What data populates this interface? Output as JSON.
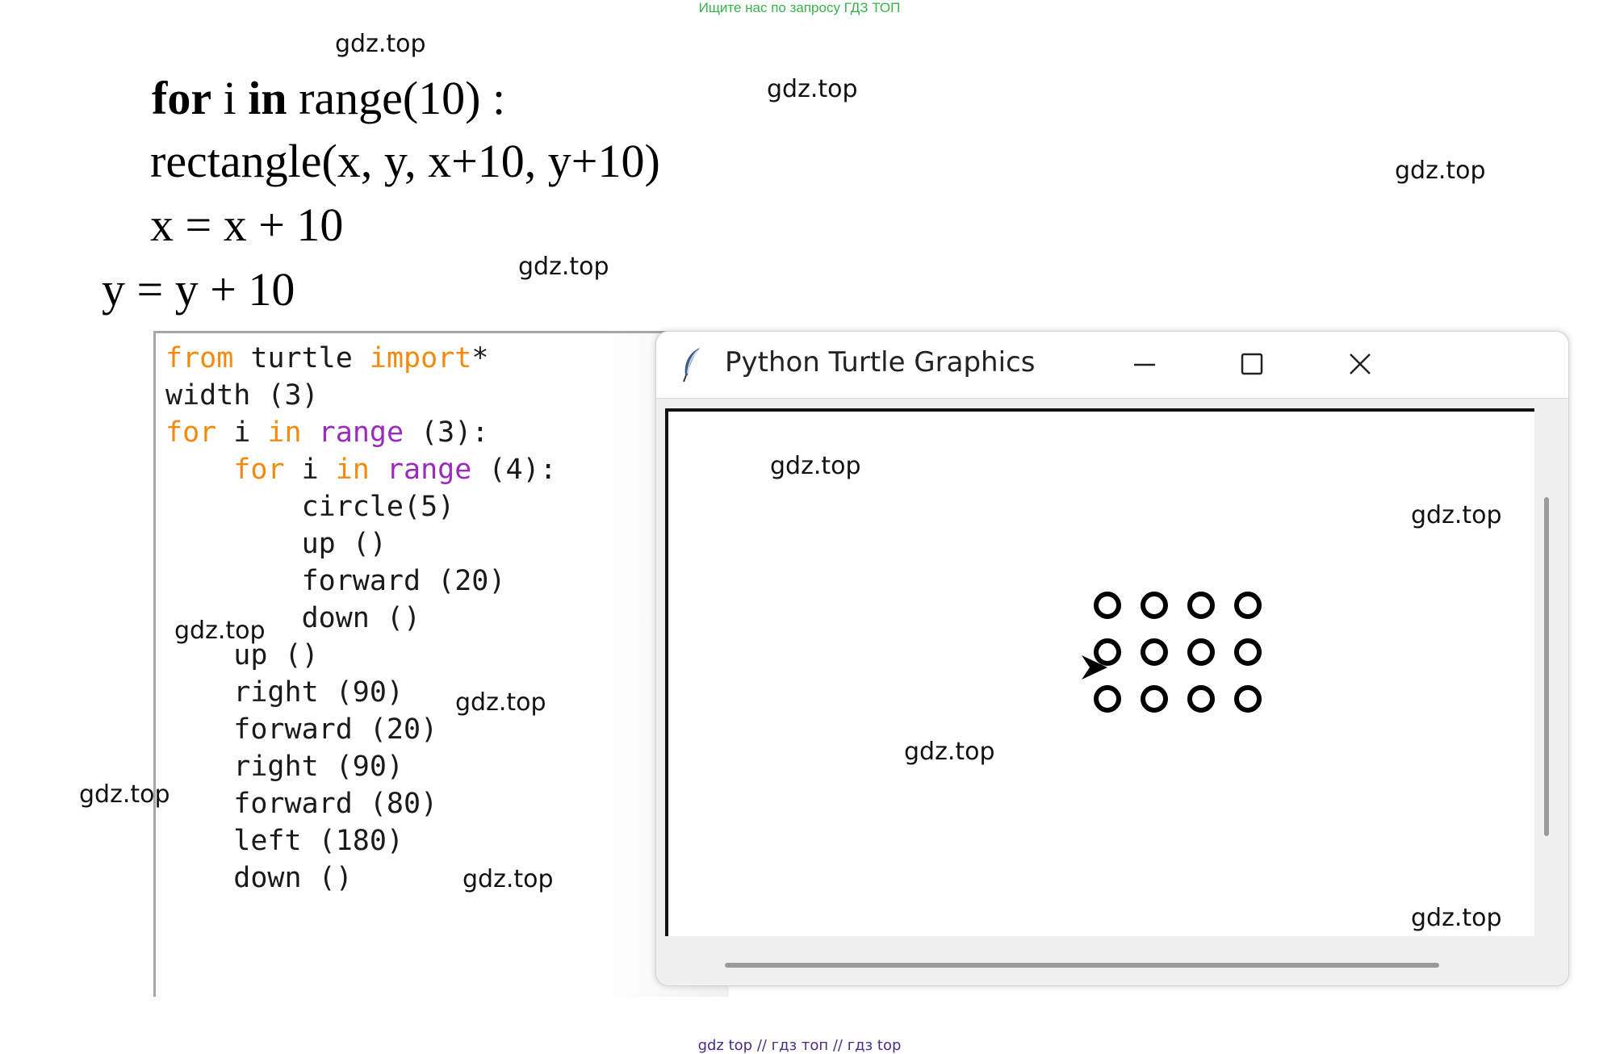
{
  "banner": "Ищите нас по запросу ГДЗ ТОП",
  "watermark": "gdz.top",
  "math": {
    "line1_for": "for",
    "line1_i": " i ",
    "line1_in": "in",
    "line1_rest": " range(10) :",
    "line2": "rectangle(x, y, x+10, y+10)",
    "line3": "x = x + 10",
    "line4": "y = y + 10"
  },
  "code": {
    "l1_a": "from",
    "l1_b": " turtle ",
    "l1_c": "import",
    "l1_d": "*",
    "l2": "width (3)",
    "l3_a": "for",
    "l3_b": " i ",
    "l3_c": "in",
    "l3_d": " ",
    "l3_e": "range",
    "l3_f": " (3):",
    "l4_ind": "    ",
    "l4_a": "for",
    "l4_b": " i ",
    "l4_c": "in",
    "l4_d": " ",
    "l4_e": "range",
    "l4_f": " (4):",
    "l5": "        circle(5)",
    "l6": "        up ()",
    "l7": "        forward (20)",
    "l8": "        down ()",
    "l9": "    up ()",
    "l10": "    right (90)",
    "l11": "    forward (20)",
    "l12": "    right (90)",
    "l13": "    forward (80)",
    "l14": "    left (180)",
    "l15": "    down ()"
  },
  "window": {
    "title": "Python Turtle Graphics",
    "icon": "feather-icon",
    "controls": [
      "minimize-icon",
      "maximize-icon",
      "close-icon"
    ]
  },
  "canvas": {
    "rows": 3,
    "cols": 4,
    "turtle_icon": "turtle-arrow-icon"
  },
  "footer": "gdz top  //  гдз топ  //  гдз top",
  "colors": {
    "keyword": "#f28b0c",
    "builtin": "#9a2bbb",
    "banner": "#37b34a"
  }
}
